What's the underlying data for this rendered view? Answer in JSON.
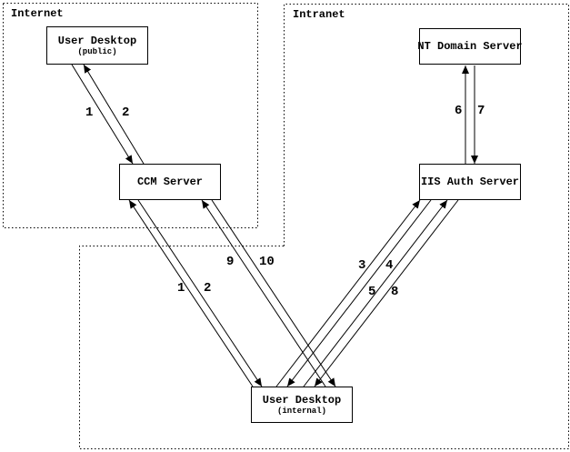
{
  "diagram": {
    "zones": [
      {
        "name": "internet",
        "label": "Internet"
      },
      {
        "name": "intranet",
        "label": "Intranet"
      }
    ],
    "nodes": [
      {
        "id": "user-desktop-public",
        "title": "User Desktop",
        "subtitle": "(public)"
      },
      {
        "id": "ccm-server",
        "title": "CCM Server"
      },
      {
        "id": "nt-domain-server",
        "title": "NT Domain Server"
      },
      {
        "id": "iis-auth-server",
        "title": "IIS Auth Server"
      },
      {
        "id": "user-desktop-internal",
        "title": "User Desktop",
        "subtitle": "(internal)"
      }
    ],
    "edges": [
      {
        "label": "1",
        "from": "user-desktop-public",
        "to": "ccm-server"
      },
      {
        "label": "2",
        "from": "ccm-server",
        "to": "user-desktop-public"
      },
      {
        "label": "1",
        "from": "user-desktop-internal",
        "to": "ccm-server"
      },
      {
        "label": "2",
        "from": "ccm-server",
        "to": "user-desktop-internal"
      },
      {
        "label": "9",
        "from": "user-desktop-internal",
        "to": "ccm-server"
      },
      {
        "label": "10",
        "from": "ccm-server",
        "to": "user-desktop-internal"
      },
      {
        "label": "3",
        "from": "user-desktop-internal",
        "to": "iis-auth-server"
      },
      {
        "label": "4",
        "from": "iis-auth-server",
        "to": "user-desktop-internal"
      },
      {
        "label": "5",
        "from": "user-desktop-internal",
        "to": "iis-auth-server"
      },
      {
        "label": "8",
        "from": "iis-auth-server",
        "to": "user-desktop-internal"
      },
      {
        "label": "6",
        "from": "iis-auth-server",
        "to": "nt-domain-server"
      },
      {
        "label": "7",
        "from": "nt-domain-server",
        "to": "iis-auth-server"
      }
    ],
    "colors": {
      "line": "#000000",
      "background": "#ffffff"
    }
  }
}
